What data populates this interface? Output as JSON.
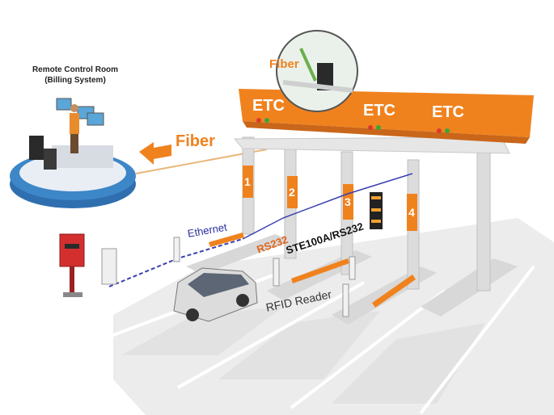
{
  "remote_room": {
    "title": "Remote Control Room",
    "subtitle": "(Billing System)"
  },
  "labels": {
    "fiber_main": "Fiber",
    "fiber_inset": "Fiber",
    "ethernet": "Ethernet",
    "rs232": "RS232",
    "ste": "STE100A/RS232",
    "rfid": "RFID Reader"
  },
  "gantry": {
    "signs": [
      "ETC",
      "ETC",
      "ETC"
    ],
    "lanes": [
      "1",
      "2",
      "3",
      "4"
    ]
  },
  "colors": {
    "accent_orange": "#f0821e",
    "ethernet_blue": "#2a2f9e",
    "platform_blue": "#3d86c8",
    "gantry_gray": "#dcdcdc"
  }
}
